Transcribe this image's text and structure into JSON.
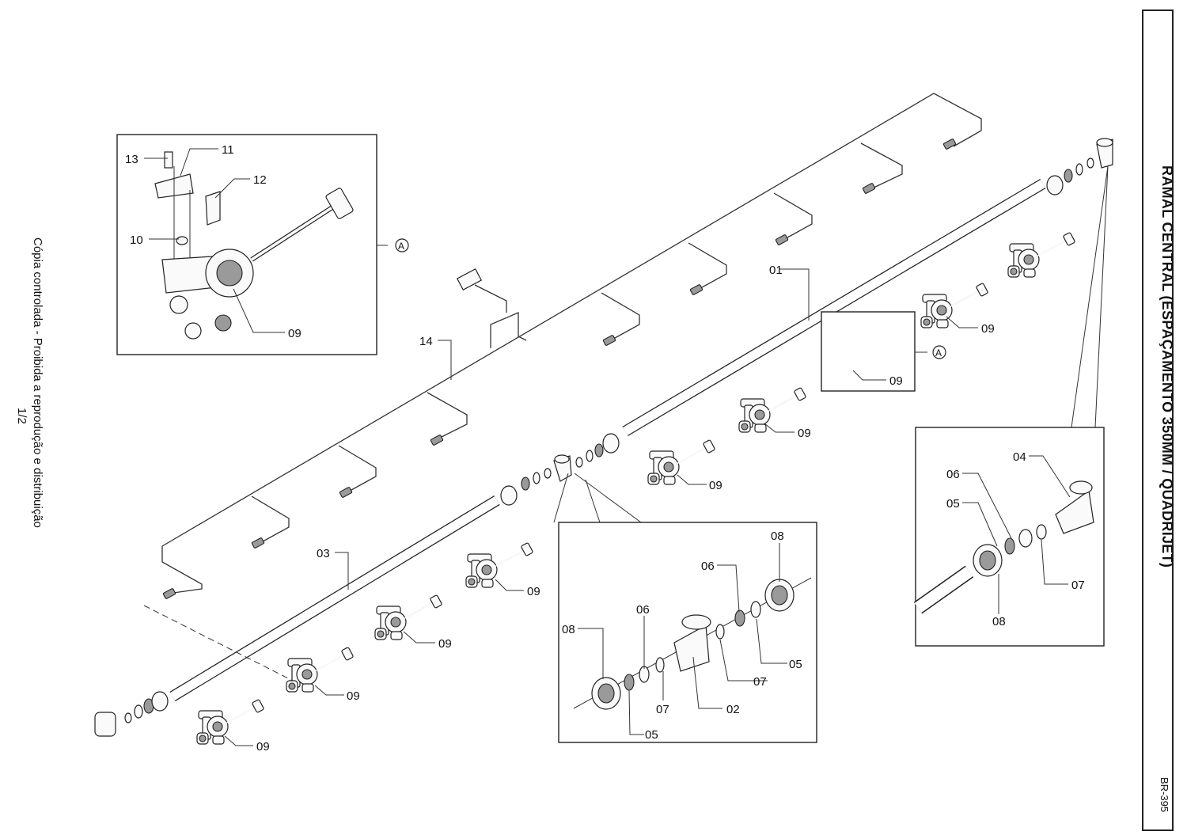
{
  "document": {
    "title": "RAMAL CENTRAL (ESPAÇAMENTO 350MM / QUADRIJET)",
    "code": "BR-395",
    "side_note_line1": "Cópia controlada - Proibida a reprodução e distribuição",
    "side_note_line2": "1/2"
  },
  "callouts": {
    "c01": "01",
    "c02": "02",
    "c03": "03",
    "c04": "04",
    "c05": "05",
    "c06": "06",
    "c07": "07",
    "c08": "08",
    "c09": "09",
    "c10": "10",
    "c11": "11",
    "c12": "12",
    "c13": "13",
    "c14": "14",
    "detail_a": "A"
  }
}
